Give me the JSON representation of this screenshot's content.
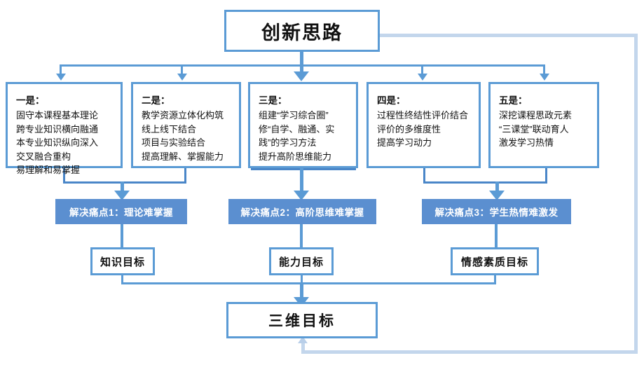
{
  "diagram": {
    "title": "创新思路",
    "ideas": [
      {
        "heading": "一是：",
        "lines": [
          "固守本课程基本理论",
          "跨专业知识横向融通",
          "本专业知识纵向深入",
          "交叉融合重构",
          "易理解和易掌握"
        ]
      },
      {
        "heading": "二是：",
        "lines": [
          "教学资源立体化构筑",
          "线上线下结合",
          "项目与实验结合",
          "提高理解、掌握能力"
        ]
      },
      {
        "heading": "三是：",
        "lines": [
          "组建“学习综合圈”",
          "修“自学、融通、实",
          "践”的学习方法",
          "提升高阶思维能力"
        ]
      },
      {
        "heading": "四是：",
        "lines": [
          "过程性终结性评价结合",
          "评价的多维度性",
          "提高学习动力"
        ]
      },
      {
        "heading": "五是：",
        "lines": [
          "深挖课程思政元素",
          "“三课堂”联动育人",
          "激发学习热情"
        ]
      }
    ],
    "pain_points": [
      "解决痛点1：理论难掌握",
      "解决痛点2：高阶思维难掌握",
      "解决痛点3：学生热情难激发"
    ],
    "goals": [
      "知识目标",
      "能力目标",
      "情感素质目标"
    ],
    "final_goal": "三维目标",
    "colors": {
      "border_blue": "#5b9bd5",
      "border_dark_blue": "#3d76b5",
      "bar_blue": "#5b8fd0",
      "feedback_blue": "#c3d6ec",
      "text_black": "#111111",
      "bar_text": "#ffffff"
    }
  }
}
